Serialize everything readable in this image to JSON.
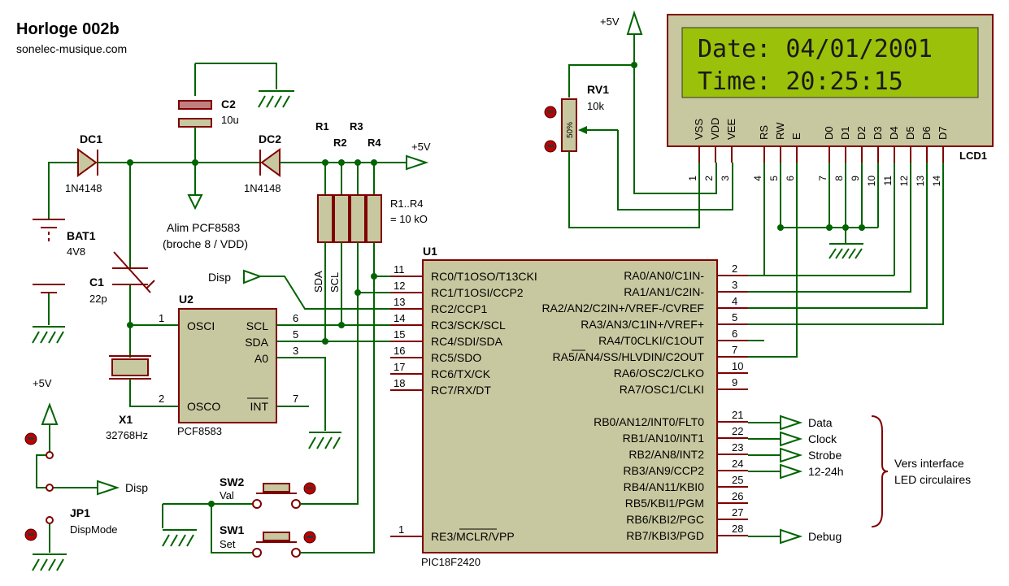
{
  "header": {
    "title": "Horloge 002b",
    "site": "sonelec-musique.com"
  },
  "lcd": {
    "ref": "LCD1",
    "line1": "Date: 04/01/2001",
    "line2": "Time: 20:25:15",
    "pin_labels": [
      "VSS",
      "VDD",
      "VEE",
      "RS",
      "RW",
      "E",
      "D0",
      "D1",
      "D2",
      "D3",
      "D4",
      "D5",
      "D6",
      "D7"
    ],
    "pin_numbers": [
      "1",
      "2",
      "3",
      "4",
      "5",
      "6",
      "7",
      "8",
      "9",
      "10",
      "11",
      "12",
      "13",
      "14"
    ]
  },
  "power": {
    "vplus": "+5V"
  },
  "rv1": {
    "ref": "RV1",
    "value": "10k",
    "pct": "50%"
  },
  "dc1": {
    "ref": "DC1",
    "value": "1N4148"
  },
  "dc2": {
    "ref": "DC2",
    "value": "1N4148"
  },
  "c2": {
    "ref": "C2",
    "value": "10u"
  },
  "alim": {
    "line1": "Alim PCF8583",
    "line2": "(broche 8 / VDD)"
  },
  "resistors": {
    "r1": "R1",
    "r2": "R2",
    "r3": "R3",
    "r4": "R4",
    "note1": "R1..R4",
    "note2": "= 10 kO"
  },
  "bat1": {
    "ref": "BAT1",
    "value": "4V8"
  },
  "c1": {
    "ref": "C1",
    "value": "22p"
  },
  "x1": {
    "ref": "X1",
    "value": "32768Hz"
  },
  "u2": {
    "ref": "U2",
    "part": "PCF8583",
    "pins": {
      "osci": "OSCI",
      "osco": "OSCO",
      "scl": "SCL",
      "sda": "SDA",
      "a0": "A0",
      "int": "INT"
    },
    "nums": {
      "p1": "1",
      "p2": "2",
      "p6": "6",
      "p5": "5",
      "p3": "3",
      "p7": "7"
    }
  },
  "net_labels": {
    "sda": "SDA",
    "scl": "SCL",
    "disp": "Disp"
  },
  "u1": {
    "ref": "U1",
    "part": "PIC18F2420",
    "left_pins": [
      {
        "num": "11",
        "name": "RC0/T1OSO/T13CKI"
      },
      {
        "num": "12",
        "name": "RC1/T1OSI/CCP2"
      },
      {
        "num": "13",
        "name": "RC2/CCP1"
      },
      {
        "num": "14",
        "name": "RC3/SCK/SCL"
      },
      {
        "num": "15",
        "name": "RC4/SDI/SDA"
      },
      {
        "num": "16",
        "name": "RC5/SDO"
      },
      {
        "num": "17",
        "name": "RC6/TX/CK"
      },
      {
        "num": "18",
        "name": "RC7/RX/DT"
      }
    ],
    "mclr": {
      "num": "1",
      "name": "RE3/MCLR/VPP"
    },
    "right_pins": [
      {
        "num": "2",
        "name": "RA0/AN0/C1IN-"
      },
      {
        "num": "3",
        "name": "RA1/AN1/C2IN-"
      },
      {
        "num": "4",
        "name": "RA2/AN2/C2IN+/VREF-/CVREF"
      },
      {
        "num": "5",
        "name": "RA3/AN3/C1IN+/VREF+"
      },
      {
        "num": "6",
        "name": "RA4/T0CLKI/C1OUT"
      },
      {
        "num": "7",
        "name": "RA5/AN4/SS/HLVDIN/C2OUT"
      },
      {
        "num": "10",
        "name": "RA6/OSC2/CLKO"
      },
      {
        "num": "9",
        "name": "RA7/OSC1/CLKI"
      },
      {
        "num": "21",
        "name": "RB0/AN12/INT0/FLT0"
      },
      {
        "num": "22",
        "name": "RB1/AN10/INT1"
      },
      {
        "num": "23",
        "name": "RB2/AN8/INT2"
      },
      {
        "num": "24",
        "name": "RB3/AN9/CCP2"
      },
      {
        "num": "25",
        "name": "RB4/AN11/KBI0"
      },
      {
        "num": "26",
        "name": "RB5/KBI1/PGM"
      },
      {
        "num": "27",
        "name": "RB6/KBI2/PGC"
      },
      {
        "num": "28",
        "name": "RB7/KBI3/PGD"
      }
    ]
  },
  "outputs": {
    "data": "Data",
    "clock": "Clock",
    "strobe": "Strobe",
    "mode": "12-24h",
    "debug": "Debug"
  },
  "brace_note": {
    "line1": "Vers interface",
    "line2": "LED circulaires"
  },
  "sw2": {
    "ref": "SW2",
    "label": "Val"
  },
  "sw1": {
    "ref": "SW1",
    "label": "Set"
  },
  "jp1": {
    "ref": "JP1",
    "label": "DispMode"
  },
  "colors": {
    "wire": "#006400",
    "body": "#800000",
    "fill": "#c8c8a0",
    "lcd": "#9bc10a"
  }
}
